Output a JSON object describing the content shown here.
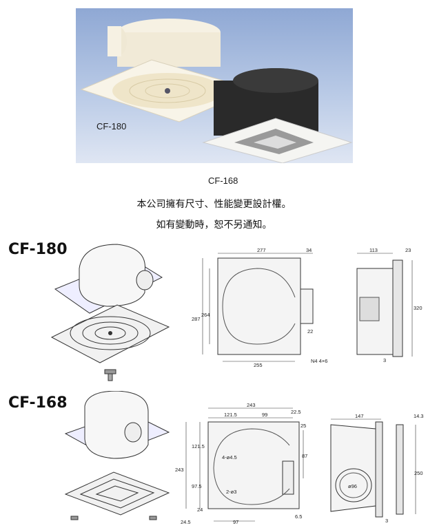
{
  "photo": {
    "label_top": "CF-180",
    "label_bottom": "CF-168"
  },
  "notice": {
    "line1": "本公司擁有尺寸、性能變更設計權。",
    "line2": "如有變動時，恕不另通知。"
  },
  "cf180": {
    "model": "CF-180",
    "front": {
      "w277": "277",
      "w34": "34",
      "h264": "264",
      "h287": "287",
      "d22": "22",
      "w255": "255",
      "note": "N4 4×6"
    },
    "side": {
      "d113": "113",
      "d23": "23",
      "h320": "320",
      "d3": "3"
    }
  },
  "cf168": {
    "model": "CF-168",
    "front": {
      "w243": "243",
      "w121_5": "121.5",
      "w99": "99",
      "w22_5": "22.5",
      "d25": "25",
      "h121_5": "121.5",
      "hole1": "4-ø4.5",
      "h87": "87",
      "h243": "243",
      "h97_5": "97.5",
      "hole2": "2-ø3",
      "h24": "24",
      "w24_5": "24.5",
      "w97": "97",
      "d6_5": "6.5"
    },
    "side": {
      "d147": "147",
      "d14_3": "14.3",
      "h250": "250",
      "dia": "ø96",
      "d3": "3"
    }
  },
  "colors": {
    "photo_bg": "#a9bcdf",
    "line": "#333333",
    "fill": "#f4f4f4"
  }
}
